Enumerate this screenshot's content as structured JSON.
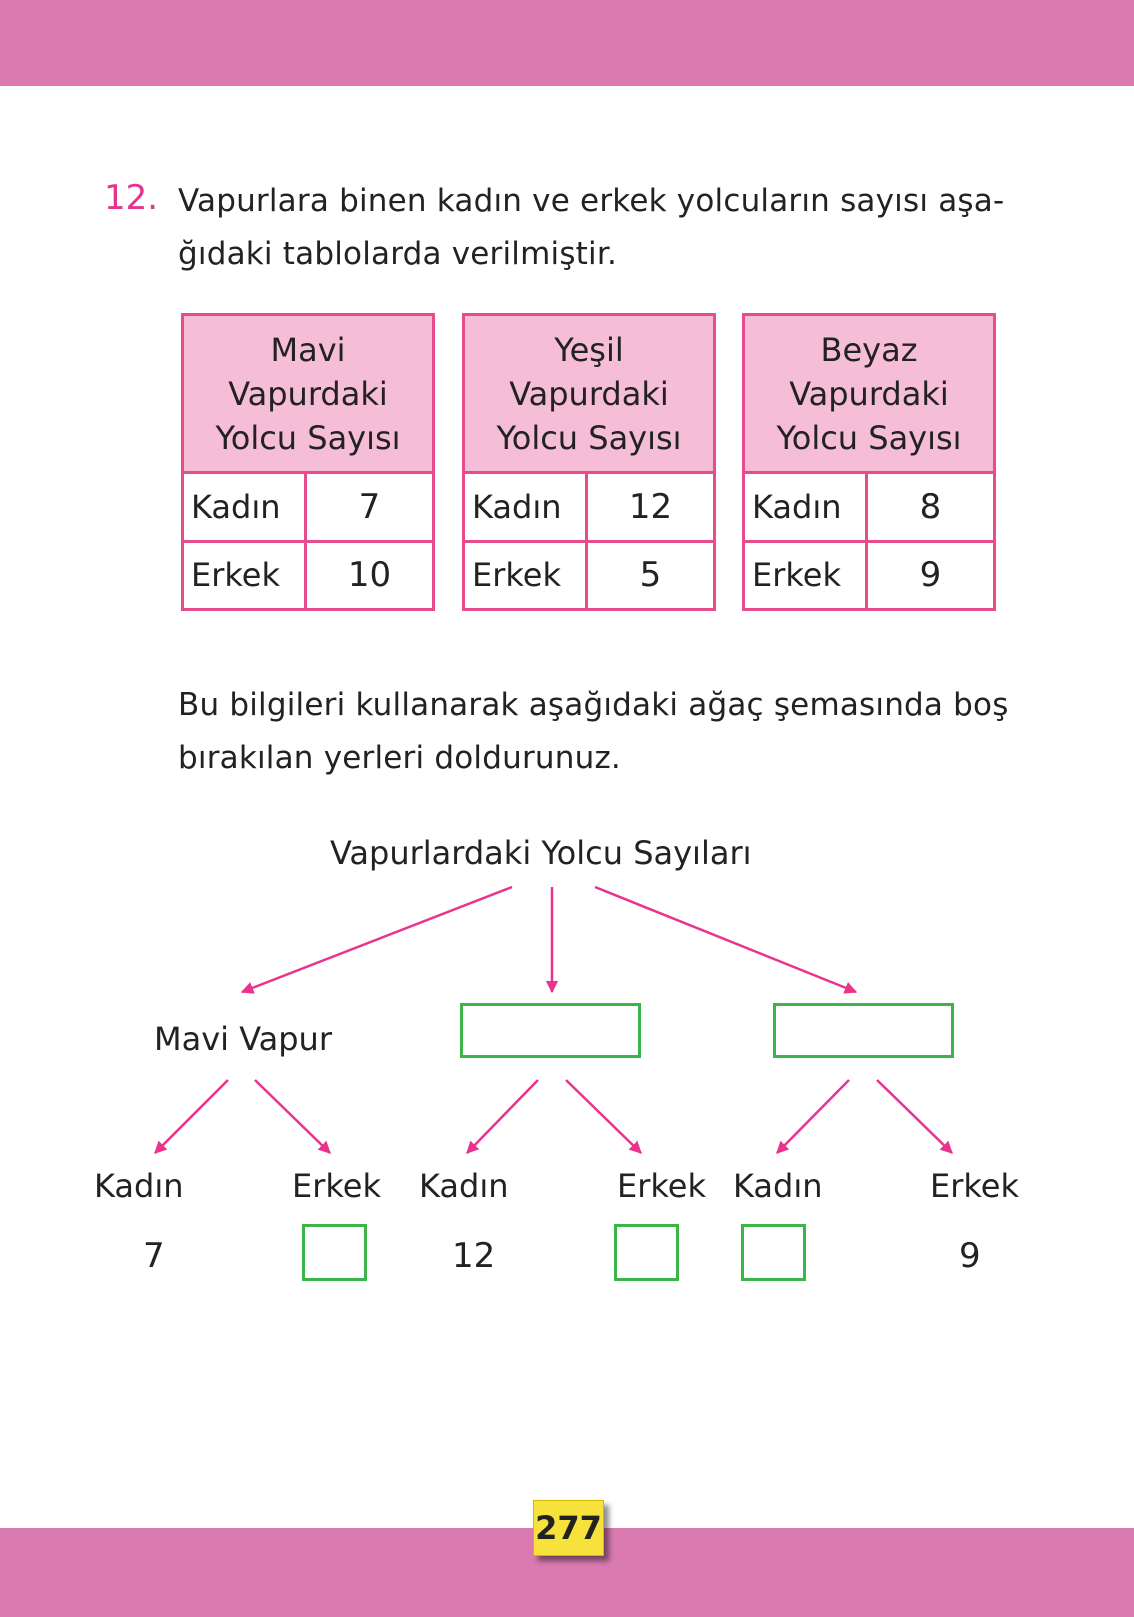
{
  "colors": {
    "band": "#d97ab0",
    "accent": "#e5348f",
    "table_border": "#e74c8c",
    "table_header": "#f5bed6",
    "arrow": "#e9338c",
    "answer_box": "#3bb54a",
    "page_tag": "#f7e23b"
  },
  "question": {
    "number": "12.",
    "line1": "Vapurlara binen kadın ve erkek yolcuların sayısı aşa-",
    "line2": "ğıdaki tablolarda verilmiştir."
  },
  "tables": [
    {
      "title_lines": [
        "Mavi",
        "Vapurdaki",
        "Yolcu Sayısı"
      ],
      "rows": [
        {
          "label": "Kadın",
          "value": "7"
        },
        {
          "label": "Erkek",
          "value": "10"
        }
      ]
    },
    {
      "title_lines": [
        "Yeşil",
        "Vapurdaki",
        "Yolcu Sayısı"
      ],
      "rows": [
        {
          "label": "Kadın",
          "value": "12"
        },
        {
          "label": "Erkek",
          "value": "5"
        }
      ]
    },
    {
      "title_lines": [
        "Beyaz",
        "Vapurdaki",
        "Yolcu Sayısı"
      ],
      "rows": [
        {
          "label": "Kadın",
          "value": "8"
        },
        {
          "label": "Erkek",
          "value": "9"
        }
      ]
    }
  ],
  "instruction": {
    "line1": "Bu bilgileri kullanarak aşağıdaki ağaç şemasında boş",
    "line2": "bırakılan yerleri doldurunuz."
  },
  "tree": {
    "root": "Vapurlardaki Yolcu Sayıları",
    "branch1": "Mavi Vapur",
    "leaves": [
      {
        "label": "Kadın",
        "value": "7"
      },
      {
        "label": "Erkek",
        "value": ""
      },
      {
        "label": "Kadın",
        "value": "12"
      },
      {
        "label": "Erkek",
        "value": ""
      },
      {
        "label": "Kadın",
        "value": ""
      },
      {
        "label": "Erkek",
        "value": "9"
      }
    ]
  },
  "page_number": "277"
}
